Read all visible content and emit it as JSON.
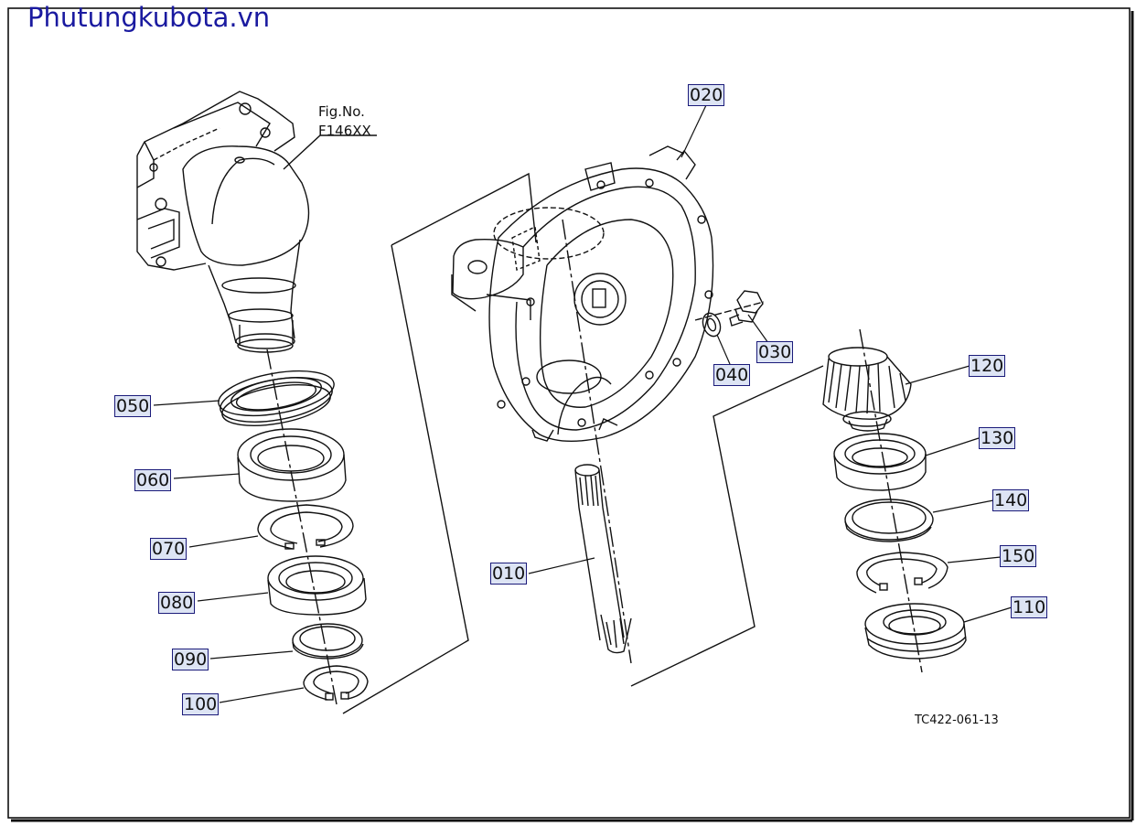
{
  "site_title": "Phutungkubota.vn",
  "figure_ref": {
    "line1": "Fig.No.",
    "line2": "F146XX"
  },
  "drawing_code": "TC422-061-13",
  "callouts": {
    "p010": "010",
    "p020": "020",
    "p030": "030",
    "p040": "040",
    "p050": "050",
    "p060": "060",
    "p070": "070",
    "p080": "080",
    "p090": "090",
    "p100": "100",
    "p110": "110",
    "p120": "120",
    "p130": "130",
    "p140": "140",
    "p150": "150"
  },
  "colors": {
    "title": "#1a1aa0",
    "callout_fill": "#dde4f4",
    "callout_border": "#1b1b7a",
    "line": "#111111"
  }
}
